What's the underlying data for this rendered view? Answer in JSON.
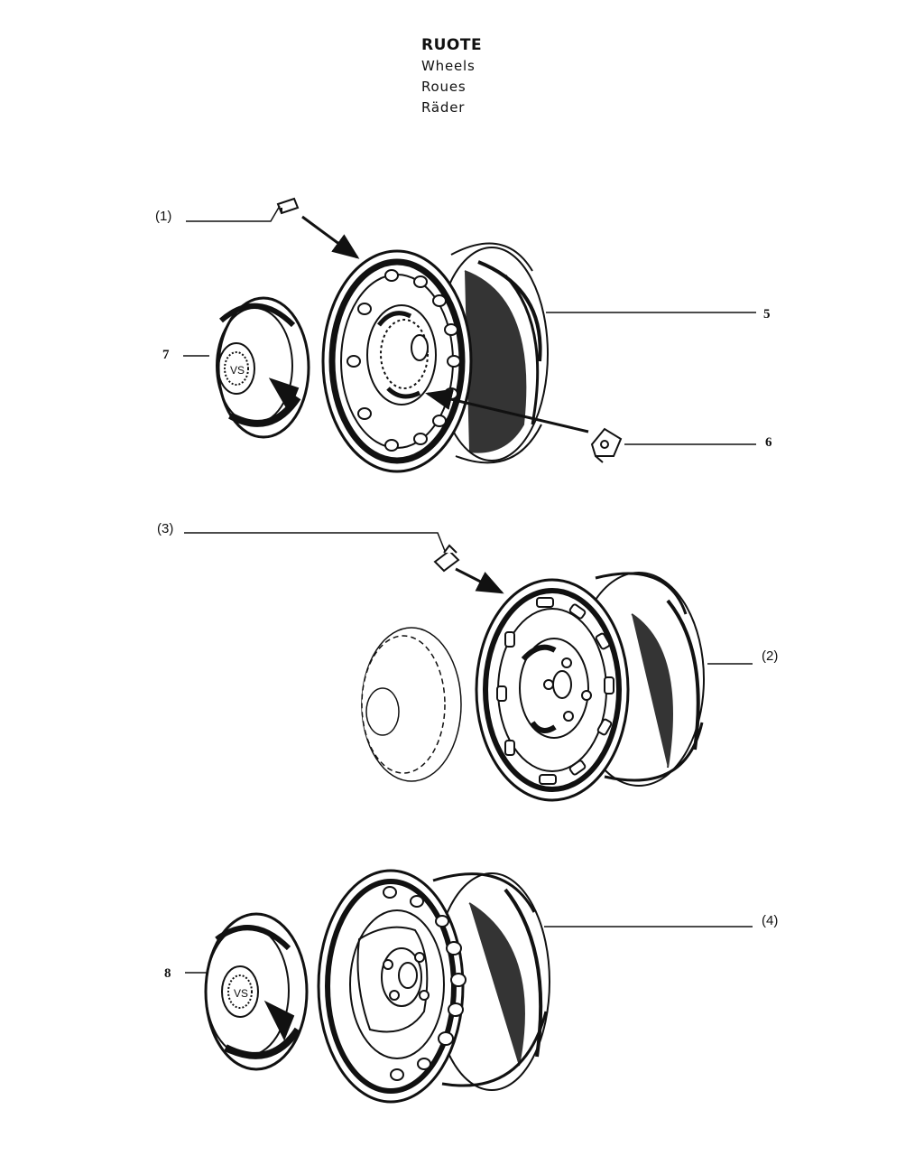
{
  "title": {
    "main": "RUOTE",
    "sub": [
      "Wheels",
      "Roues",
      "Räder"
    ]
  },
  "callouts": {
    "c1": "(1)",
    "c2": "(2)",
    "c3": "(3)",
    "c4": "(4)",
    "c5": "5",
    "c6": "6",
    "c7": "7",
    "c8": "8"
  },
  "colors": {
    "ink": "#111111",
    "paper": "#ffffff"
  }
}
